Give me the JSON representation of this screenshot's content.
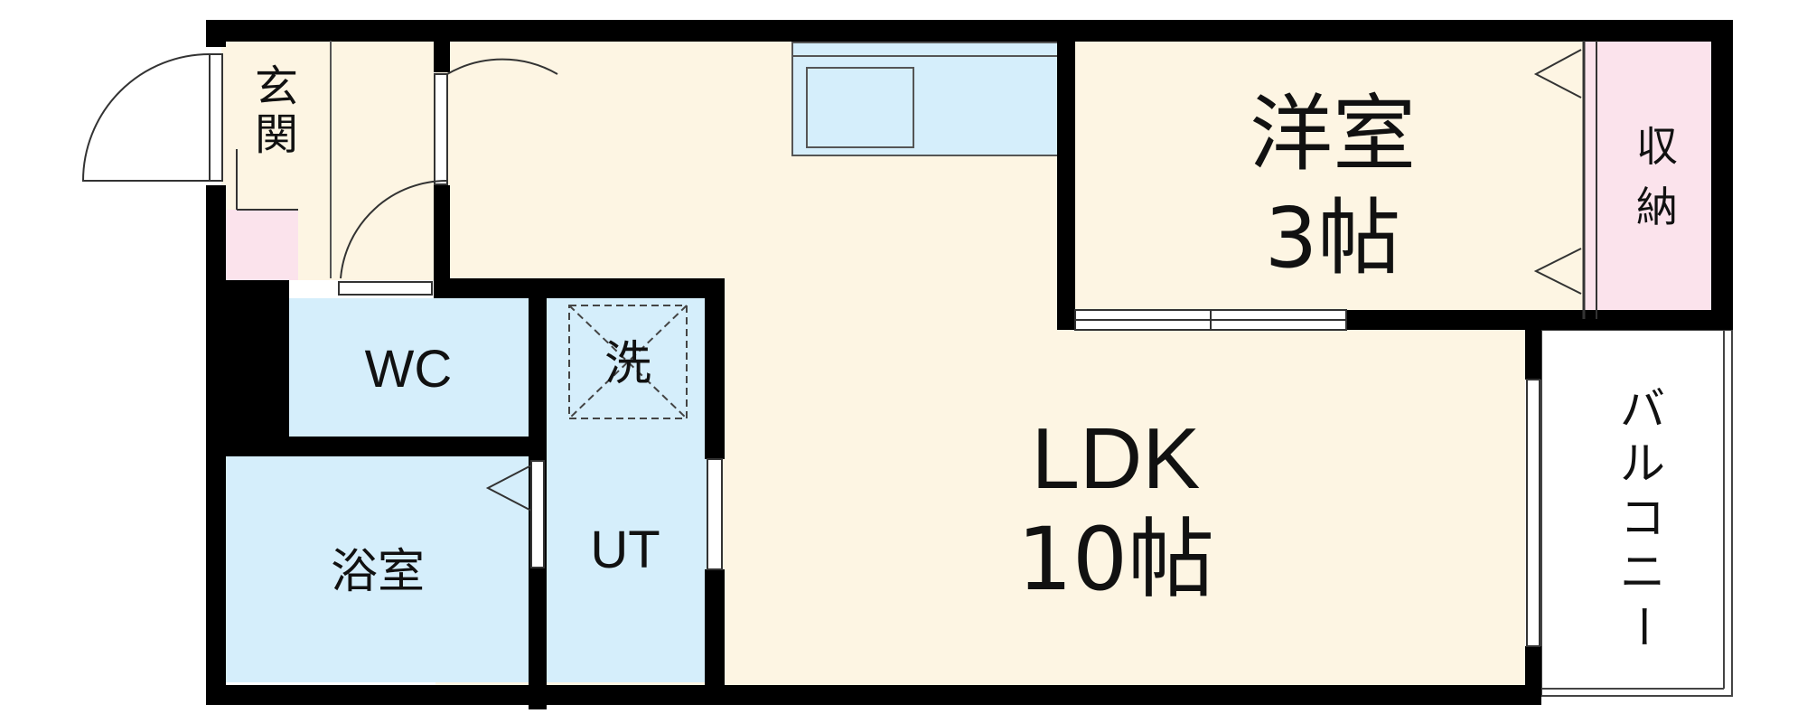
{
  "colors": {
    "wall": "#000000",
    "living_floor": "#fdf5e3",
    "wet_area": "#d5eefb",
    "storage": "#fbe3ec",
    "balcony": "#ffffff",
    "line": "#333333"
  },
  "rooms": {
    "entrance": "玄関",
    "wc": "WC",
    "bath": "浴室",
    "washer": "洗",
    "ut": "UT",
    "ldk_name": "LDK",
    "ldk_size": "10帖",
    "western_name": "洋室",
    "western_size": "3帖",
    "storage": "収納",
    "balcony": "バルコニー"
  }
}
